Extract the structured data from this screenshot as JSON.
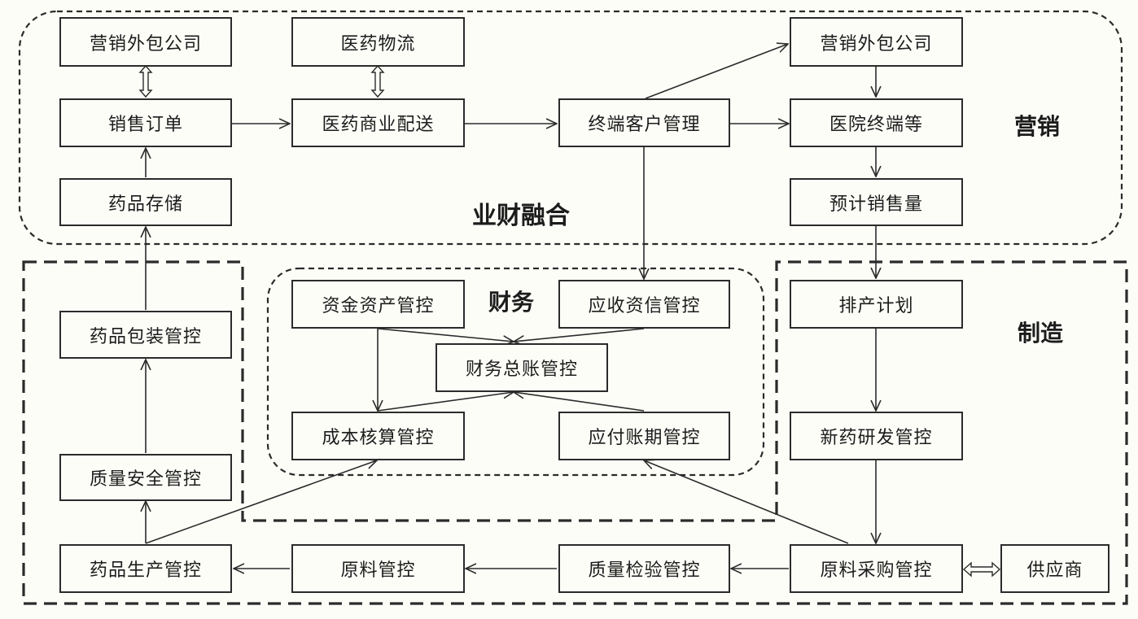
{
  "colors": {
    "line": "#2b2b2b",
    "background": "#fdfdf8"
  },
  "regions": {
    "marketing": "营销",
    "integration": "业财融合",
    "finance": "财务",
    "manufacturing": "制造"
  },
  "nodes": {
    "outsourcing_top_left": "营销外包公司",
    "pharma_logistics": "医药物流",
    "outsourcing_top_right": "营销外包公司",
    "sales_order": "销售订单",
    "pharma_distribution": "医药商业配送",
    "terminal_customer_mgmt": "终端客户管理",
    "hospital_terminal": "医院终端等",
    "drug_storage": "药品存储",
    "forecast_sales": "预计销售量",
    "drug_packaging": "药品包装管控",
    "quality_safety": "质量安全管控",
    "drug_production": "药品生产管控",
    "material_control": "原料管控",
    "quality_inspection": "质量检验管控",
    "material_purchase": "原料采购管控",
    "supplier": "供应商",
    "production_plan": "排产计划",
    "new_drug_rd": "新药研发管控",
    "fund_asset": "资金资产管控",
    "receivable_credit": "应收资信管控",
    "general_ledger": "财务总账管控",
    "cost_accounting": "成本核算管控",
    "payable_period": "应付账期管控"
  }
}
